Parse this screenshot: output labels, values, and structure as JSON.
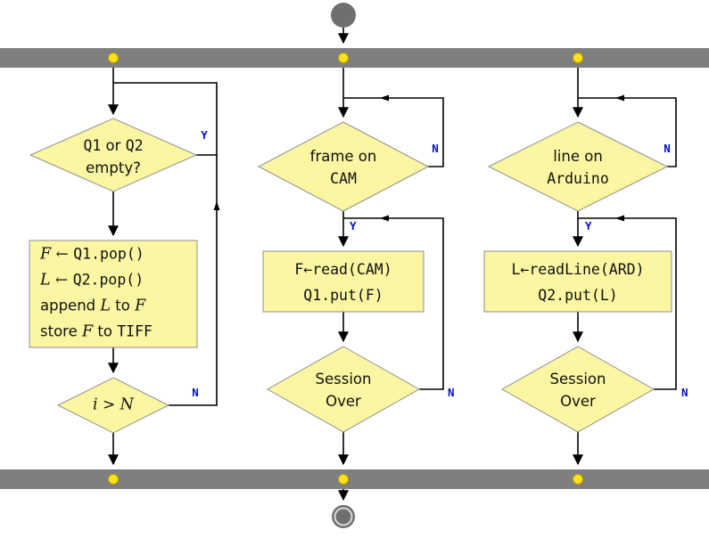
{
  "colors": {
    "bar_gray": "#7f7f7f",
    "node_fill": "#fbf6a2",
    "node_border": "#8f8f8f",
    "sync_dot_yellow": "#ffe11a",
    "branch_label_blue": "#0010cc",
    "flow_line_black": "#000000",
    "terminal_gray": "#6f6f6f"
  },
  "threads": {
    "consumer": {
      "check_queues": {
        "code1": "Q1",
        "mid": " or ",
        "code2": "Q2",
        "line2": "empty?"
      },
      "yes_label": "Y",
      "process": {
        "l1_var": "F",
        "l1_arrow": " ← ",
        "l1_code": "Q1.pop()",
        "l2_var": "L",
        "l2_arrow": " ← ",
        "l2_code": "Q2.pop()",
        "l3_pre": "append ",
        "l3_var": "L",
        "l3_mid": " to ",
        "l3_var2": "F",
        "l4_pre": "store ",
        "l4_var": "F",
        "l4_mid": " to ",
        "l4_code": "TIFF"
      },
      "check_count": {
        "var1": "i",
        "op": " > ",
        "var2": "N"
      },
      "no_label": "N"
    },
    "camera": {
      "check_frame": {
        "line1": "frame on",
        "line2": "CAM"
      },
      "no_label": "N",
      "yes_label": "Y",
      "process": {
        "line1": "F←read(CAM)",
        "line2": "Q1.put(F)"
      },
      "session_check": {
        "line1": "Session",
        "line2": "Over"
      },
      "session_no_label": "N"
    },
    "arduino": {
      "check_line": {
        "line1": "line on",
        "line2": "Arduino"
      },
      "no_label": "N",
      "yes_label": "Y",
      "process": {
        "line1": "L←readLine(ARD)",
        "line2": "Q2.put(L)"
      },
      "session_check": {
        "line1": "Session",
        "line2": "Over"
      },
      "session_no_label": "N"
    }
  }
}
